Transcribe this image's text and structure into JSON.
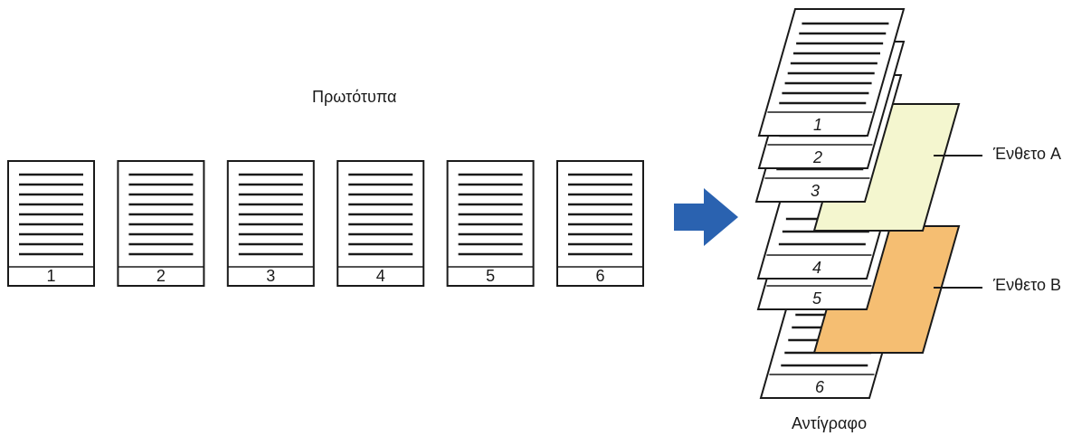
{
  "originals": {
    "label": "Πρωτότυπα",
    "pages": [
      "1",
      "2",
      "3",
      "4",
      "5",
      "6"
    ]
  },
  "output": {
    "label": "Αντίγραφο",
    "sheets": [
      "1",
      "2",
      "3",
      "4",
      "5",
      "6"
    ]
  },
  "inserts": [
    {
      "label": "Ένθετο A",
      "color": "#f4f6cf"
    },
    {
      "label": "Ένθετο B",
      "color": "#f5be72"
    }
  ],
  "colors": {
    "arrow": "#2a62b0",
    "ink": "#1a1a1a",
    "paper": "#ffffff"
  }
}
